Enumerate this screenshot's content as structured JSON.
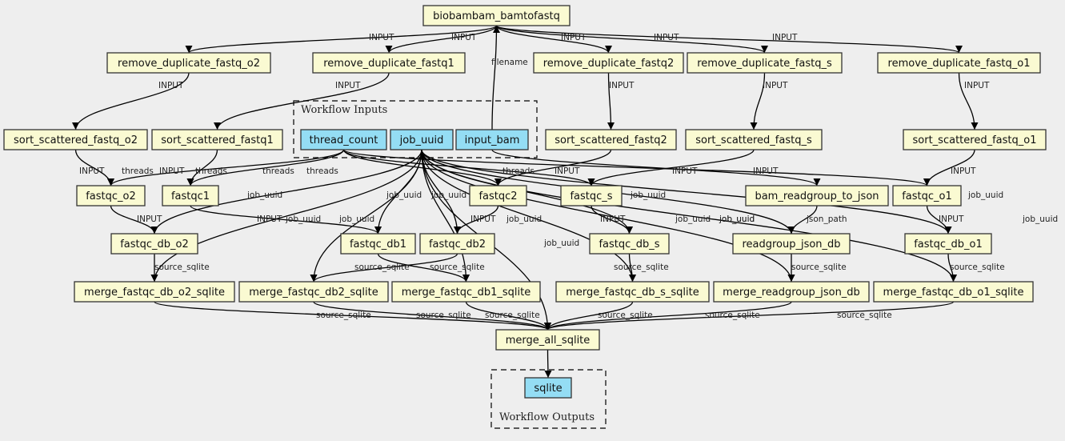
{
  "clusters": {
    "inputs": {
      "label": "Workflow Inputs"
    },
    "outputs": {
      "label": "Workflow Outputs"
    }
  },
  "nodes": [
    {
      "id": "biobambam_bamtofastq",
      "label": "biobambam_bamtofastq",
      "kind": "step"
    },
    {
      "id": "remove_duplicate_fastq_o2",
      "label": "remove_duplicate_fastq_o2",
      "kind": "step"
    },
    {
      "id": "remove_duplicate_fastq1",
      "label": "remove_duplicate_fastq1",
      "kind": "step"
    },
    {
      "id": "remove_duplicate_fastq2",
      "label": "remove_duplicate_fastq2",
      "kind": "step"
    },
    {
      "id": "remove_duplicate_fastq_s",
      "label": "remove_duplicate_fastq_s",
      "kind": "step"
    },
    {
      "id": "remove_duplicate_fastq_o1",
      "label": "remove_duplicate_fastq_o1",
      "kind": "step"
    },
    {
      "id": "sort_scattered_fastq_o2",
      "label": "sort_scattered_fastq_o2",
      "kind": "step"
    },
    {
      "id": "sort_scattered_fastq1",
      "label": "sort_scattered_fastq1",
      "kind": "step"
    },
    {
      "id": "thread_count",
      "label": "thread_count",
      "kind": "input"
    },
    {
      "id": "job_uuid",
      "label": "job_uuid",
      "kind": "input"
    },
    {
      "id": "input_bam",
      "label": "input_bam",
      "kind": "input"
    },
    {
      "id": "sort_scattered_fastq2",
      "label": "sort_scattered_fastq2",
      "kind": "step"
    },
    {
      "id": "sort_scattered_fastq_s",
      "label": "sort_scattered_fastq_s",
      "kind": "step"
    },
    {
      "id": "sort_scattered_fastq_o1",
      "label": "sort_scattered_fastq_o1",
      "kind": "step"
    },
    {
      "id": "fastqc_o2",
      "label": "fastqc_o2",
      "kind": "step"
    },
    {
      "id": "fastqc1",
      "label": "fastqc1",
      "kind": "step"
    },
    {
      "id": "fastqc2",
      "label": "fastqc2",
      "kind": "step"
    },
    {
      "id": "fastqc_s",
      "label": "fastqc_s",
      "kind": "step"
    },
    {
      "id": "bam_readgroup_to_json",
      "label": "bam_readgroup_to_json",
      "kind": "step"
    },
    {
      "id": "fastqc_o1",
      "label": "fastqc_o1",
      "kind": "step"
    },
    {
      "id": "fastqc_db_o2",
      "label": "fastqc_db_o2",
      "kind": "step"
    },
    {
      "id": "fastqc_db1",
      "label": "fastqc_db1",
      "kind": "step"
    },
    {
      "id": "fastqc_db2",
      "label": "fastqc_db2",
      "kind": "step"
    },
    {
      "id": "fastqc_db_s",
      "label": "fastqc_db_s",
      "kind": "step"
    },
    {
      "id": "readgroup_json_db",
      "label": "readgroup_json_db",
      "kind": "step"
    },
    {
      "id": "fastqc_db_o1",
      "label": "fastqc_db_o1",
      "kind": "step"
    },
    {
      "id": "merge_fastqc_db_o2_sqlite",
      "label": "merge_fastqc_db_o2_sqlite",
      "kind": "step"
    },
    {
      "id": "merge_fastqc_db2_sqlite",
      "label": "merge_fastqc_db2_sqlite",
      "kind": "step"
    },
    {
      "id": "merge_fastqc_db1_sqlite",
      "label": "merge_fastqc_db1_sqlite",
      "kind": "step"
    },
    {
      "id": "merge_fastqc_db_s_sqlite",
      "label": "merge_fastqc_db_s_sqlite",
      "kind": "step"
    },
    {
      "id": "merge_readgroup_json_db",
      "label": "merge_readgroup_json_db",
      "kind": "step"
    },
    {
      "id": "merge_fastqc_db_o1_sqlite",
      "label": "merge_fastqc_db_o1_sqlite",
      "kind": "step"
    },
    {
      "id": "merge_all_sqlite",
      "label": "merge_all_sqlite",
      "kind": "step"
    },
    {
      "id": "sqlite",
      "label": "sqlite",
      "kind": "output"
    }
  ],
  "edges": [
    {
      "from": "biobambam_bamtofastq",
      "to": "remove_duplicate_fastq_o2",
      "label": "INPUT"
    },
    {
      "from": "biobambam_bamtofastq",
      "to": "remove_duplicate_fastq1",
      "label": "INPUT"
    },
    {
      "from": "biobambam_bamtofastq",
      "to": "remove_duplicate_fastq2",
      "label": "INPUT"
    },
    {
      "from": "biobambam_bamtofastq",
      "to": "remove_duplicate_fastq_s",
      "label": "INPUT"
    },
    {
      "from": "biobambam_bamtofastq",
      "to": "remove_duplicate_fastq_o1",
      "label": "INPUT"
    },
    {
      "from": "input_bam",
      "to": "biobambam_bamtofastq",
      "label": "filename"
    },
    {
      "from": "remove_duplicate_fastq_o2",
      "to": "sort_scattered_fastq_o2",
      "label": "INPUT"
    },
    {
      "from": "remove_duplicate_fastq1",
      "to": "sort_scattered_fastq1",
      "label": "INPUT"
    },
    {
      "from": "remove_duplicate_fastq2",
      "to": "sort_scattered_fastq2",
      "label": "INPUT"
    },
    {
      "from": "remove_duplicate_fastq_s",
      "to": "sort_scattered_fastq_s",
      "label": "INPUT"
    },
    {
      "from": "remove_duplicate_fastq_o1",
      "to": "sort_scattered_fastq_o1",
      "label": "INPUT"
    },
    {
      "from": "sort_scattered_fastq_o2",
      "to": "fastqc_o2",
      "label": "INPUT"
    },
    {
      "from": "thread_count",
      "to": "fastqc_o2",
      "label": "threads"
    },
    {
      "from": "sort_scattered_fastq1",
      "to": "fastqc1",
      "label": "INPUT"
    },
    {
      "from": "thread_count",
      "to": "fastqc1",
      "label": "threads"
    },
    {
      "from": "thread_count",
      "to": "fastqc2",
      "label": "threads"
    },
    {
      "from": "thread_count",
      "to": "fastqc_s",
      "label": "threads"
    },
    {
      "from": "thread_count",
      "to": "fastqc_o1",
      "label": "threads"
    },
    {
      "from": "sort_scattered_fastq2",
      "to": "fastqc2",
      "label": "INPUT"
    },
    {
      "from": "sort_scattered_fastq_s",
      "to": "fastqc_s",
      "label": "INPUT"
    },
    {
      "from": "input_bam",
      "to": "bam_readgroup_to_json",
      "label": "INPUT"
    },
    {
      "from": "sort_scattered_fastq_o1",
      "to": "fastqc_o1",
      "label": "INPUT"
    },
    {
      "from": "fastqc_o2",
      "to": "fastqc_db_o2",
      "label": "INPUT"
    },
    {
      "from": "job_uuid",
      "to": "fastqc_db_o2",
      "label": "job_uuid"
    },
    {
      "from": "fastqc1",
      "to": "fastqc_db1",
      "label": "INPUT"
    },
    {
      "from": "job_uuid",
      "to": "fastqc_db1",
      "label": "job_uuid"
    },
    {
      "from": "fastqc2",
      "to": "fastqc_db2",
      "label": "INPUT"
    },
    {
      "from": "job_uuid",
      "to": "fastqc_db2",
      "label": "job_uuid"
    },
    {
      "from": "fastqc_s",
      "to": "fastqc_db_s",
      "label": "INPUT"
    },
    {
      "from": "job_uuid",
      "to": "fastqc_db_s",
      "label": "job_uuid"
    },
    {
      "from": "bam_readgroup_to_json",
      "to": "readgroup_json_db",
      "label": "json_path"
    },
    {
      "from": "job_uuid",
      "to": "readgroup_json_db",
      "label": "job_uuid"
    },
    {
      "from": "fastqc_o1",
      "to": "fastqc_db_o1",
      "label": "INPUT"
    },
    {
      "from": "job_uuid",
      "to": "fastqc_db_o1",
      "label": "job_uuid"
    },
    {
      "from": "fastqc_db_o2",
      "to": "merge_fastqc_db_o2_sqlite",
      "label": "source_sqlite"
    },
    {
      "from": "job_uuid",
      "to": "merge_fastqc_db_o2_sqlite",
      "label": "job_uuid"
    },
    {
      "from": "fastqc_db2",
      "to": "merge_fastqc_db2_sqlite",
      "label": "source_sqlite"
    },
    {
      "from": "job_uuid",
      "to": "merge_fastqc_db2_sqlite",
      "label": "job_uuid"
    },
    {
      "from": "fastqc_db1",
      "to": "merge_fastqc_db1_sqlite",
      "label": "source_sqlite"
    },
    {
      "from": "job_uuid",
      "to": "merge_fastqc_db1_sqlite",
      "label": "job_uuid"
    },
    {
      "from": "fastqc_db_s",
      "to": "merge_fastqc_db_s_sqlite",
      "label": "source_sqlite"
    },
    {
      "from": "job_uuid",
      "to": "merge_fastqc_db_s_sqlite",
      "label": "job_uuid"
    },
    {
      "from": "readgroup_json_db",
      "to": "merge_readgroup_json_db",
      "label": "source_sqlite"
    },
    {
      "from": "job_uuid",
      "to": "merge_readgroup_json_db",
      "label": "job_uuid"
    },
    {
      "from": "fastqc_db_o1",
      "to": "merge_fastqc_db_o1_sqlite",
      "label": "source_sqlite"
    },
    {
      "from": "job_uuid",
      "to": "merge_fastqc_db_o1_sqlite",
      "label": "job_uuid"
    },
    {
      "from": "merge_fastqc_db_o2_sqlite",
      "to": "merge_all_sqlite",
      "label": "source_sqlite"
    },
    {
      "from": "merge_fastqc_db2_sqlite",
      "to": "merge_all_sqlite",
      "label": "source_sqlite"
    },
    {
      "from": "merge_fastqc_db1_sqlite",
      "to": "merge_all_sqlite",
      "label": "source_sqlite"
    },
    {
      "from": "merge_fastqc_db_s_sqlite",
      "to": "merge_all_sqlite",
      "label": "source_sqlite"
    },
    {
      "from": "merge_readgroup_json_db",
      "to": "merge_all_sqlite",
      "label": "source_sqlite"
    },
    {
      "from": "merge_fastqc_db_o1_sqlite",
      "to": "merge_all_sqlite",
      "label": "source_sqlite"
    },
    {
      "from": "job_uuid",
      "to": "merge_all_sqlite",
      "label": "job_uuid"
    },
    {
      "from": "merge_all_sqlite",
      "to": "sqlite",
      "label": ""
    }
  ],
  "colors": {
    "background": "#eeeeee",
    "step_fill": "#fafad2",
    "io_fill": "#94ddf4",
    "border": "#333333"
  }
}
